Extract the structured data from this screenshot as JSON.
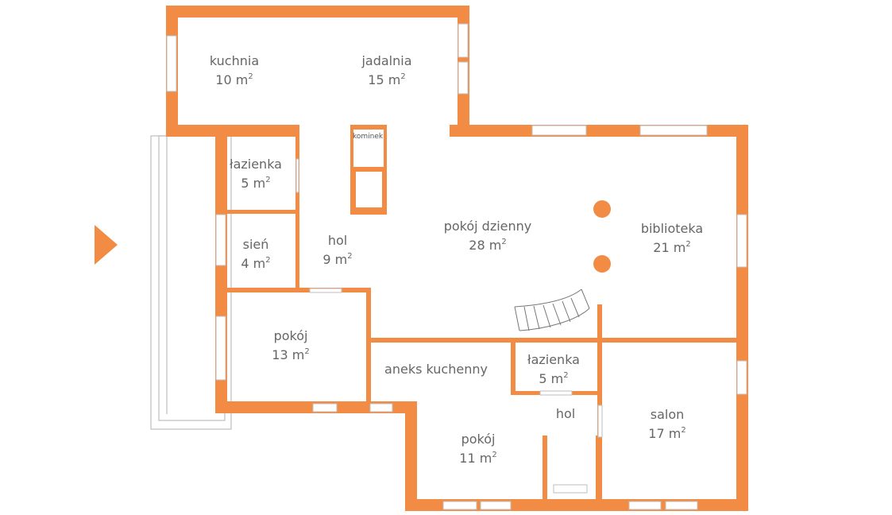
{
  "rooms": {
    "kuchnia": {
      "name": "kuchnia",
      "area": "10 m",
      "exp": "2"
    },
    "jadalnia": {
      "name": "jadalnia",
      "area": "15 m",
      "exp": "2"
    },
    "lazienka1": {
      "name": "łazienka",
      "area": "5 m",
      "exp": "2"
    },
    "sien": {
      "name": "sień",
      "area": "4 m",
      "exp": "2"
    },
    "hol1": {
      "name": "hol",
      "area": "9 m",
      "exp": "2"
    },
    "pokoj_dzienny": {
      "name": "pokój dzienny",
      "area": "28 m",
      "exp": "2"
    },
    "biblioteka": {
      "name": "biblioteka",
      "area": "21 m",
      "exp": "2"
    },
    "pokoj13": {
      "name": "pokój",
      "area": "13 m",
      "exp": "2"
    },
    "aneks": {
      "name": "aneks kuchenny"
    },
    "lazienka2": {
      "name": "łazienka",
      "area": "5 m",
      "exp": "2"
    },
    "hol2": {
      "name": "hol"
    },
    "pokoj11": {
      "name": "pokój",
      "area": "11 m",
      "exp": "2"
    },
    "salon": {
      "name": "salon",
      "area": "17 m",
      "exp": "2"
    }
  },
  "fireplace": {
    "label": "kominek"
  },
  "colors": {
    "wall": "#f28c45",
    "text": "#666666"
  },
  "icons": {
    "entrance": "entrance-arrow-icon"
  }
}
